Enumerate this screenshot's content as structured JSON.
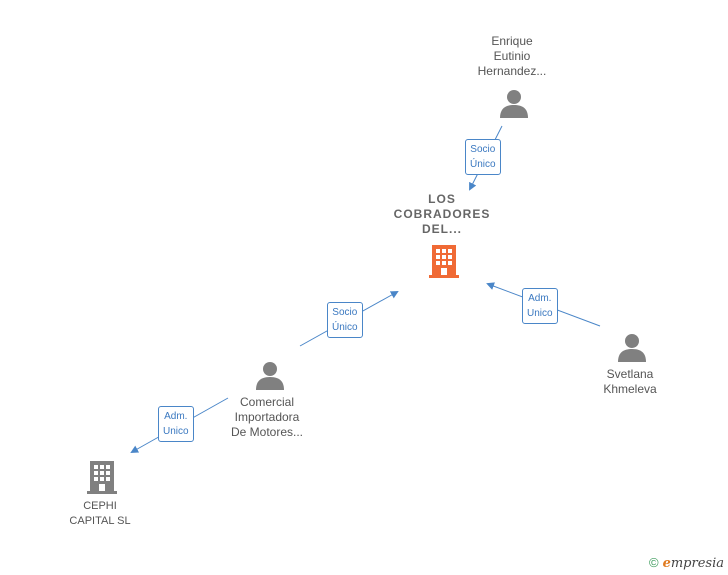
{
  "nodes": {
    "main_company": {
      "label_lines": [
        "LOS",
        "COBRADORES",
        "DEL..."
      ]
    },
    "enrique": {
      "label_lines": [
        "Enrique",
        "Eutinio",
        "Hernandez..."
      ]
    },
    "svetlana": {
      "label_lines": [
        "Svetlana",
        "Khmeleva"
      ]
    },
    "comercial": {
      "label_lines": [
        "Comercial",
        "Importadora",
        "De Motores..."
      ]
    },
    "cephi": {
      "label_lines": [
        "CEPHI",
        "CAPITAL SL"
      ]
    }
  },
  "edges": {
    "enrique_main": [
      "Socio",
      "Único"
    ],
    "comercial_main": [
      "Socio",
      "Único"
    ],
    "svetlana_main": [
      "Adm.",
      "Unico"
    ],
    "comercial_cephi": [
      "Adm.",
      "Unico"
    ]
  },
  "colors": {
    "main_company": "#f06a35",
    "company": "#808080",
    "person": "#808080",
    "edge": "#4a86c8"
  },
  "footer": {
    "copyright_symbol": "©",
    "brand_e": "e",
    "brand_rest": "mpresia"
  }
}
